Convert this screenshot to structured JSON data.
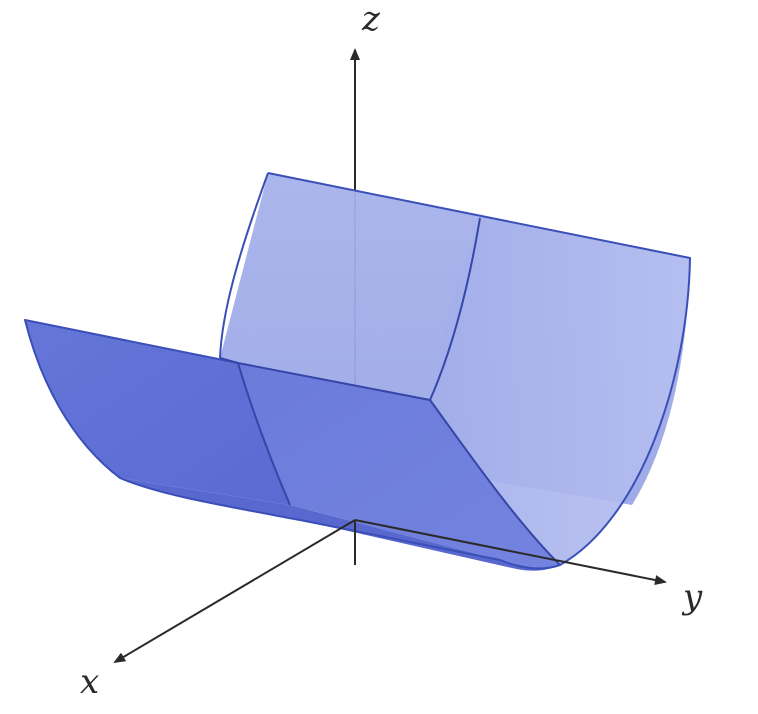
{
  "axes": {
    "x_label": "x",
    "y_label": "y",
    "z_label": "z"
  },
  "colors": {
    "surface_front": "#6f80dd",
    "surface_front_dark": "#5a6bd4",
    "surface_back": "#a9b4ec",
    "surface_back_right": "#b8c1f0",
    "edge": "#3a4fb8",
    "axis": "#2a2a2a"
  }
}
